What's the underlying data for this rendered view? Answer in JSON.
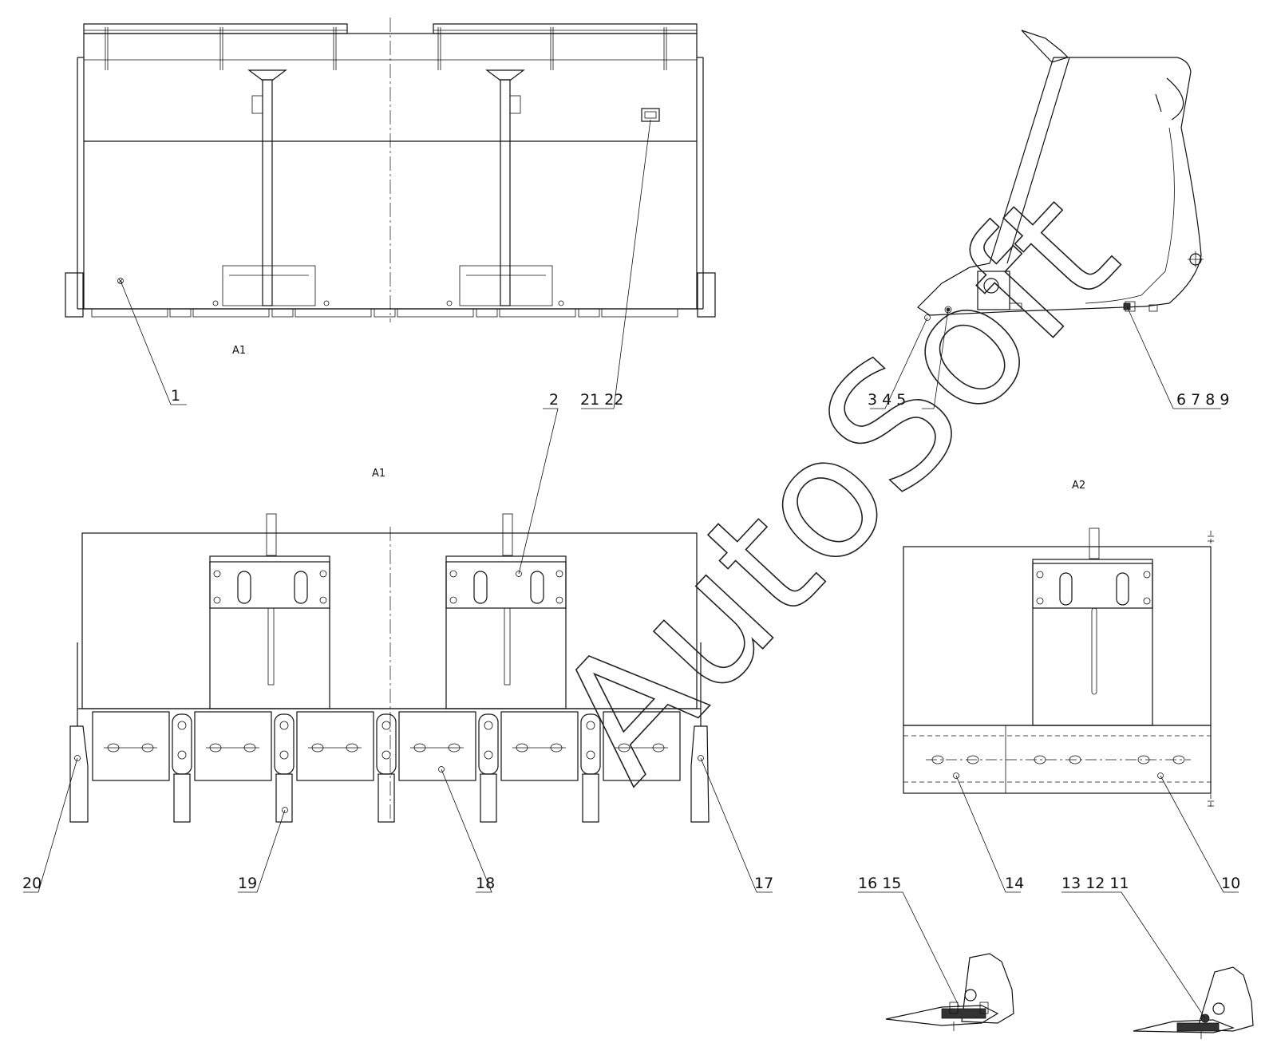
{
  "views": {
    "top_view_mark": "A1",
    "section_a1_title": "A1",
    "section_a2_title": "A2"
  },
  "callouts": {
    "c1": "1",
    "c2": "2",
    "c21_22": "21 22",
    "c3_4_5": "3 4 5",
    "c6_7_8_9": "6 7 8 9",
    "c10": "10",
    "c13_12_11": "13 12 11",
    "c14": "14",
    "c16_15": "16 15",
    "c17": "17",
    "c18": "18",
    "c19": "19",
    "c20": "20"
  },
  "watermark": "AutoSoft"
}
